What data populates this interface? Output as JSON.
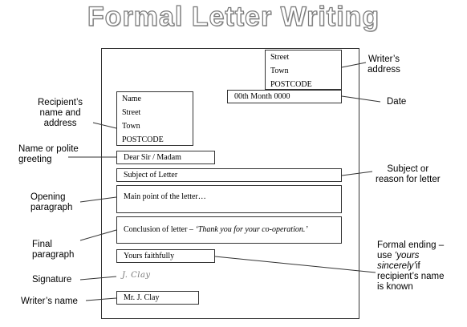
{
  "title": "Formal Letter Writing",
  "letter": {
    "writers_address": [
      "Street",
      "Town",
      "POSTCODE"
    ],
    "date": "00th Month 0000",
    "recipient_address": [
      "Name",
      "Street",
      "Town",
      "POSTCODE"
    ],
    "greeting": "Dear Sir / Madam",
    "subject": "Subject of Letter",
    "opening": "Main point of the letter…",
    "final_prefix": "Conclusion of letter – ",
    "final_italic": "‘Thank you for your co-operation.’",
    "ending": "Yours faithfully",
    "signature": "J. Clay",
    "writers_name": "Mr. J. Clay"
  },
  "labels": {
    "writers_address": [
      "Writer’s",
      "address"
    ],
    "date": "Date",
    "recipient": [
      "Recipient’s",
      "name and",
      "address"
    ],
    "greeting": [
      "Name or polite",
      "greeting"
    ],
    "subject": [
      "Subject or",
      "reason for letter"
    ],
    "opening": [
      "Opening",
      "paragraph"
    ],
    "final": [
      "Final",
      "paragraph"
    ],
    "formal_ending": {
      "line1": "Formal ending –",
      "line2_prefix": "use ",
      "line2_italic": "‘yours",
      "line3_italic": "sincerely’",
      "line3_suffix": "if",
      "line4": "recipient’s name",
      "line5": "is known"
    },
    "signature": "Signature",
    "writers_name": "Writer’s name"
  },
  "colors": {
    "line": "#333333",
    "signature": "#7a7a7a",
    "title_outline": "#777777"
  }
}
